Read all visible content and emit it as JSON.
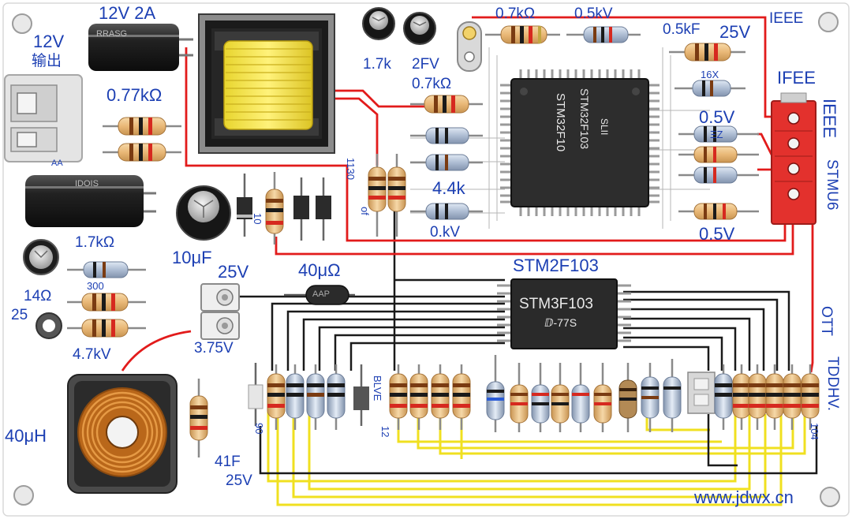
{
  "labels": {
    "out_12v_a": "12V",
    "out_12v_b": "输出",
    "cap_12v2a": "12V 2A",
    "r_077k": "0.77kΩ",
    "r_07k_top": "0.7kΩ",
    "r_05v_top": "0.5kV",
    "r_05kf": "0.5kF",
    "v_25v_top": "25V",
    "ieee_top": "IEEE",
    "ifee": "IFEE",
    "ieee_side": "IEEE",
    "stmu6": "STMU6",
    "cap_17k": "1.7k",
    "cap_2f": "2FV",
    "r_07k_mid": "0.7kΩ",
    "r_44k": "4.4k",
    "r_05v_mid": "0.5V",
    "r_05v_low": "0.5V",
    "r_0kv": "0.kV",
    "cap_10u": "10μF",
    "r_17k": "1.7kΩ",
    "r_300": "300",
    "r_14o": "14Ω",
    "r_25": "25",
    "r_47kv": "4.7kV",
    "v_25v_mid": "25V",
    "ind_40uo": "40μΩ",
    "v_375v": "3.75V",
    "ind_40uh": "40μH",
    "v_41f": "41F",
    "v_25v_bottom": "25V",
    "stm_label": "STM2F103",
    "watermark": "www.jdwx.cn",
    "ott": "OTT",
    "right_vert": "TDDHV.",
    "r_16x": "16X",
    "r_ez": "ΞZ",
    "v_130": "1130",
    "v_of": "of",
    "v_blve": "BLVE",
    "v_12": "12",
    "v_90": "90",
    "v_10": "10",
    "v_104": "104"
  },
  "chips": {
    "qfp_line1": "STM32F10",
    "qfp_line2": "STM32F103",
    "qfp_line3": "SLII",
    "tssop_line1": "STM3F103",
    "tssop_line2": "ⅅ-77S"
  },
  "markings": {
    "cap_black_big": "IDOIS",
    "cap_black_top": "RRASG",
    "cap_black_small": "AA",
    "ind_small": "AAP"
  },
  "colors": {
    "board": "#ffffff",
    "trace_red": "#e21b1b",
    "trace_black": "#1a1a1a",
    "trace_yellow": "#f0e020",
    "label_blue": "#1c3fb3",
    "connector_red": "#e3312d",
    "transformer_yellow": "#f5e83a",
    "toroid_copper": "#c8741f"
  }
}
